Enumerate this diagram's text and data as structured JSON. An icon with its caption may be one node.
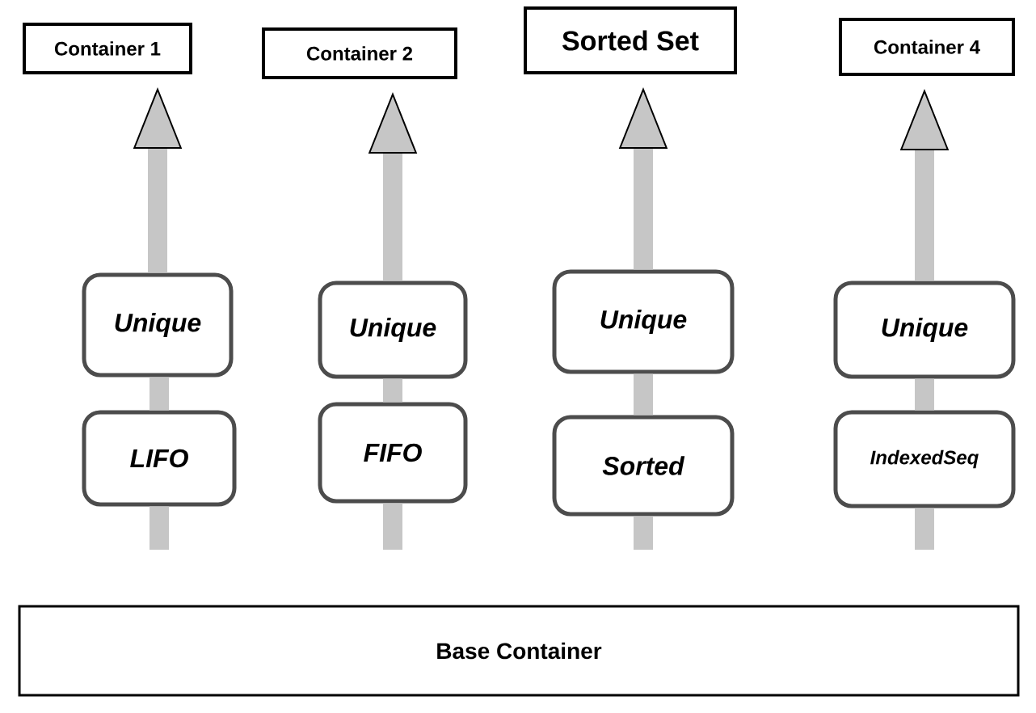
{
  "diagram": {
    "nodes": [
      {
        "text": [
          "Container 1"
        ]
      },
      {
        "text": [
          "Container 2"
        ]
      },
      {
        "text": [
          "Sorted Set"
        ]
      },
      {
        "text": [
          "Container 4"
        ]
      },
      {
        "text": [
          "Unique"
        ]
      },
      {
        "text": [
          "Unique"
        ]
      },
      {
        "text": [
          "Unique"
        ]
      },
      {
        "text": [
          "Unique"
        ]
      },
      {
        "text": [
          "LIFO"
        ]
      },
      {
        "text": [
          "FIFO"
        ]
      },
      {
        "text": [
          "Sorted"
        ]
      },
      {
        "text": [
          "IndexedSeq"
        ]
      },
      {
        "text": [
          "Base Container"
        ]
      }
    ],
    "edges": [
      {
        "from": null,
        "to": 8,
        "arrow": "none"
      },
      {
        "from": 8,
        "to": 4,
        "arrow": "none"
      },
      {
        "from": 4,
        "to": 0,
        "arrow": "to"
      },
      {
        "from": null,
        "to": 9,
        "arrow": "none"
      },
      {
        "from": 9,
        "to": 5,
        "arrow": "none"
      },
      {
        "from": 5,
        "to": 1,
        "arrow": "to"
      },
      {
        "from": null,
        "to": 10,
        "arrow": "none"
      },
      {
        "from": 10,
        "to": 6,
        "arrow": "none"
      },
      {
        "from": 6,
        "to": 2,
        "arrow": "to"
      },
      {
        "from": null,
        "to": 11,
        "arrow": "none"
      },
      {
        "from": 11,
        "to": 7,
        "arrow": "none"
      },
      {
        "from": 7,
        "to": 3,
        "arrow": "to"
      }
    ]
  }
}
